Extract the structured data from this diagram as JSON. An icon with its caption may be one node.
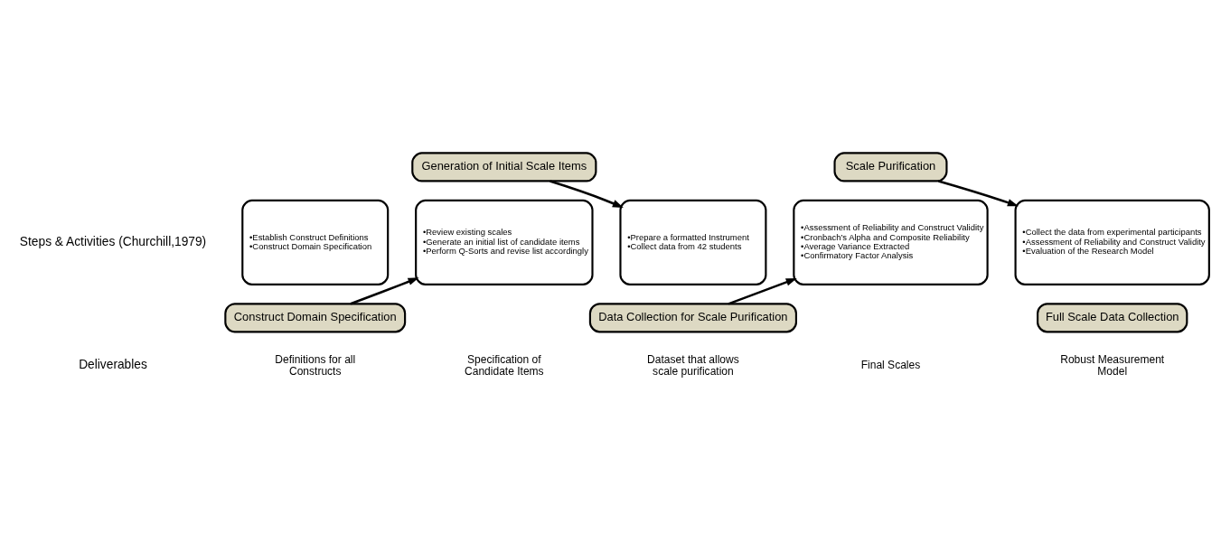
{
  "diagram": {
    "nodes": [
      {
        "text": [
          "•Establish Construct Definitions",
          "•Construct Domain Specification"
        ]
      },
      {
        "text": [
          "Construct Domain Specification"
        ]
      },
      {
        "text": [
          "Generation of Initial Scale Items"
        ]
      },
      {
        "text": [
          "•Review existing scales",
          "•Generate an initial list of candidate items",
          "•Perform Q-Sorts and revise list accordingly"
        ]
      },
      {
        "text": [
          "•Prepare a formatted Instrument",
          "•Collect data from 42 students"
        ]
      },
      {
        "text": [
          "Data Collection for Scale Purification"
        ]
      },
      {
        "text": [
          "Scale Purification"
        ]
      },
      {
        "text": [
          "•Assessment of Reliability and Construct Validity",
          "•Cronbach’s Alpha and Composite Reliability",
          "•Average Variance Extracted",
          "•Confirmatory Factor Analysis"
        ]
      },
      {
        "text": [
          "•Collect the data from experimental participants",
          "•Assessment of Reliability and Construct Validity",
          "•Evaluation of the Research Model"
        ]
      },
      {
        "text": [
          "Full Scale Data Collection"
        ]
      }
    ],
    "edges": [
      {
        "from": 1,
        "to": 3,
        "arrow": "to"
      },
      {
        "from": 2,
        "to": 4,
        "arrow": "to"
      },
      {
        "from": 5,
        "to": 7,
        "arrow": "to"
      },
      {
        "from": 6,
        "to": 8,
        "arrow": "to"
      }
    ],
    "labels": [
      "Steps & Activities (Churchill,1979)",
      "Deliverables",
      "Definitions for all Constructs",
      "Specification of Candidate Items",
      "Dataset that allows scale purification",
      "Final Scales",
      "Robust Measurement Model"
    ]
  }
}
